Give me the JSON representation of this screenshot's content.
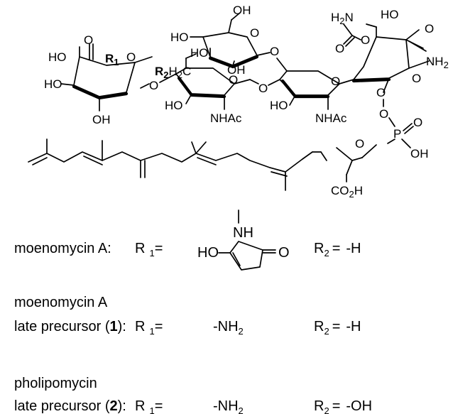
{
  "structure": {
    "labels": {
      "ho_a": "HO",
      "o_ald": "O",
      "r1": "R",
      "r1_sub": "1",
      "r2": "R",
      "r2_sub": "2",
      "h2c": "H",
      "h2c_sub": "2",
      "h2c_c": "C",
      "o_link1": "O",
      "ho_b": "HO",
      "oh_a": "OH",
      "o_ring1": "O",
      "ho_c": "HO",
      "ho_d": "HO",
      "oh_top": "OH",
      "ho_e": "HO",
      "oh_b": "OH",
      "o_ring3": "O",
      "o_link3": "O",
      "o_ring2": "O",
      "ho_f": "HO",
      "nhac_a": "NHAc",
      "o_link2": "O",
      "ho_g": "HO",
      "nhac_b": "NHAc",
      "o_ring4": "O",
      "h2n": "H",
      "h2n_sub": "2",
      "h2n_n": "N",
      "ho_h": "HO",
      "o_carb": "O",
      "o_carb2": "O",
      "o_keto": "O",
      "nh2": "NH",
      "nh2_sub": "2",
      "o_ring5": "O",
      "o_link4": "O",
      "o_phos": "O",
      "p": "P",
      "o_p": "O",
      "oh_p": "OH",
      "o_ether": "O",
      "co2h": "CO",
      "co2h_sub": "2",
      "co2h_h": "H"
    }
  },
  "legend": {
    "rows": [
      {
        "name_line1": "moenomycin A:",
        "name_line2": "",
        "r1_label": "R",
        "r1_sub": "1",
        "r1_eq": "=",
        "r1_value": "",
        "r1_value_sub": "",
        "r2_label": "R",
        "r2_sub": "2",
        "r2_eq": "=",
        "r2_value": "-H"
      },
      {
        "name_line1": "moenomycin A",
        "name_line2": "late precursor (",
        "name_num": "1",
        "name_end": "):",
        "r1_label": "R",
        "r1_sub": "1",
        "r1_eq": "=",
        "r1_value": "-NH",
        "r1_value_sub": "2",
        "r2_label": "R",
        "r2_sub": "2",
        "r2_eq": "=",
        "r2_value": "-H"
      },
      {
        "name_line1": "pholipomycin",
        "name_line2": "late precursor (",
        "name_num": "2",
        "name_end": "):",
        "r1_label": "R",
        "r1_sub": "1",
        "r1_eq": "=",
        "r1_value": "-NH",
        "r1_value_sub": "2",
        "r2_label": "R",
        "r2_sub": "2",
        "r2_eq": "=",
        "r2_value": "-OH"
      }
    ],
    "substituent": {
      "nh": "NH",
      "ho": "HO",
      "o": "O"
    }
  }
}
